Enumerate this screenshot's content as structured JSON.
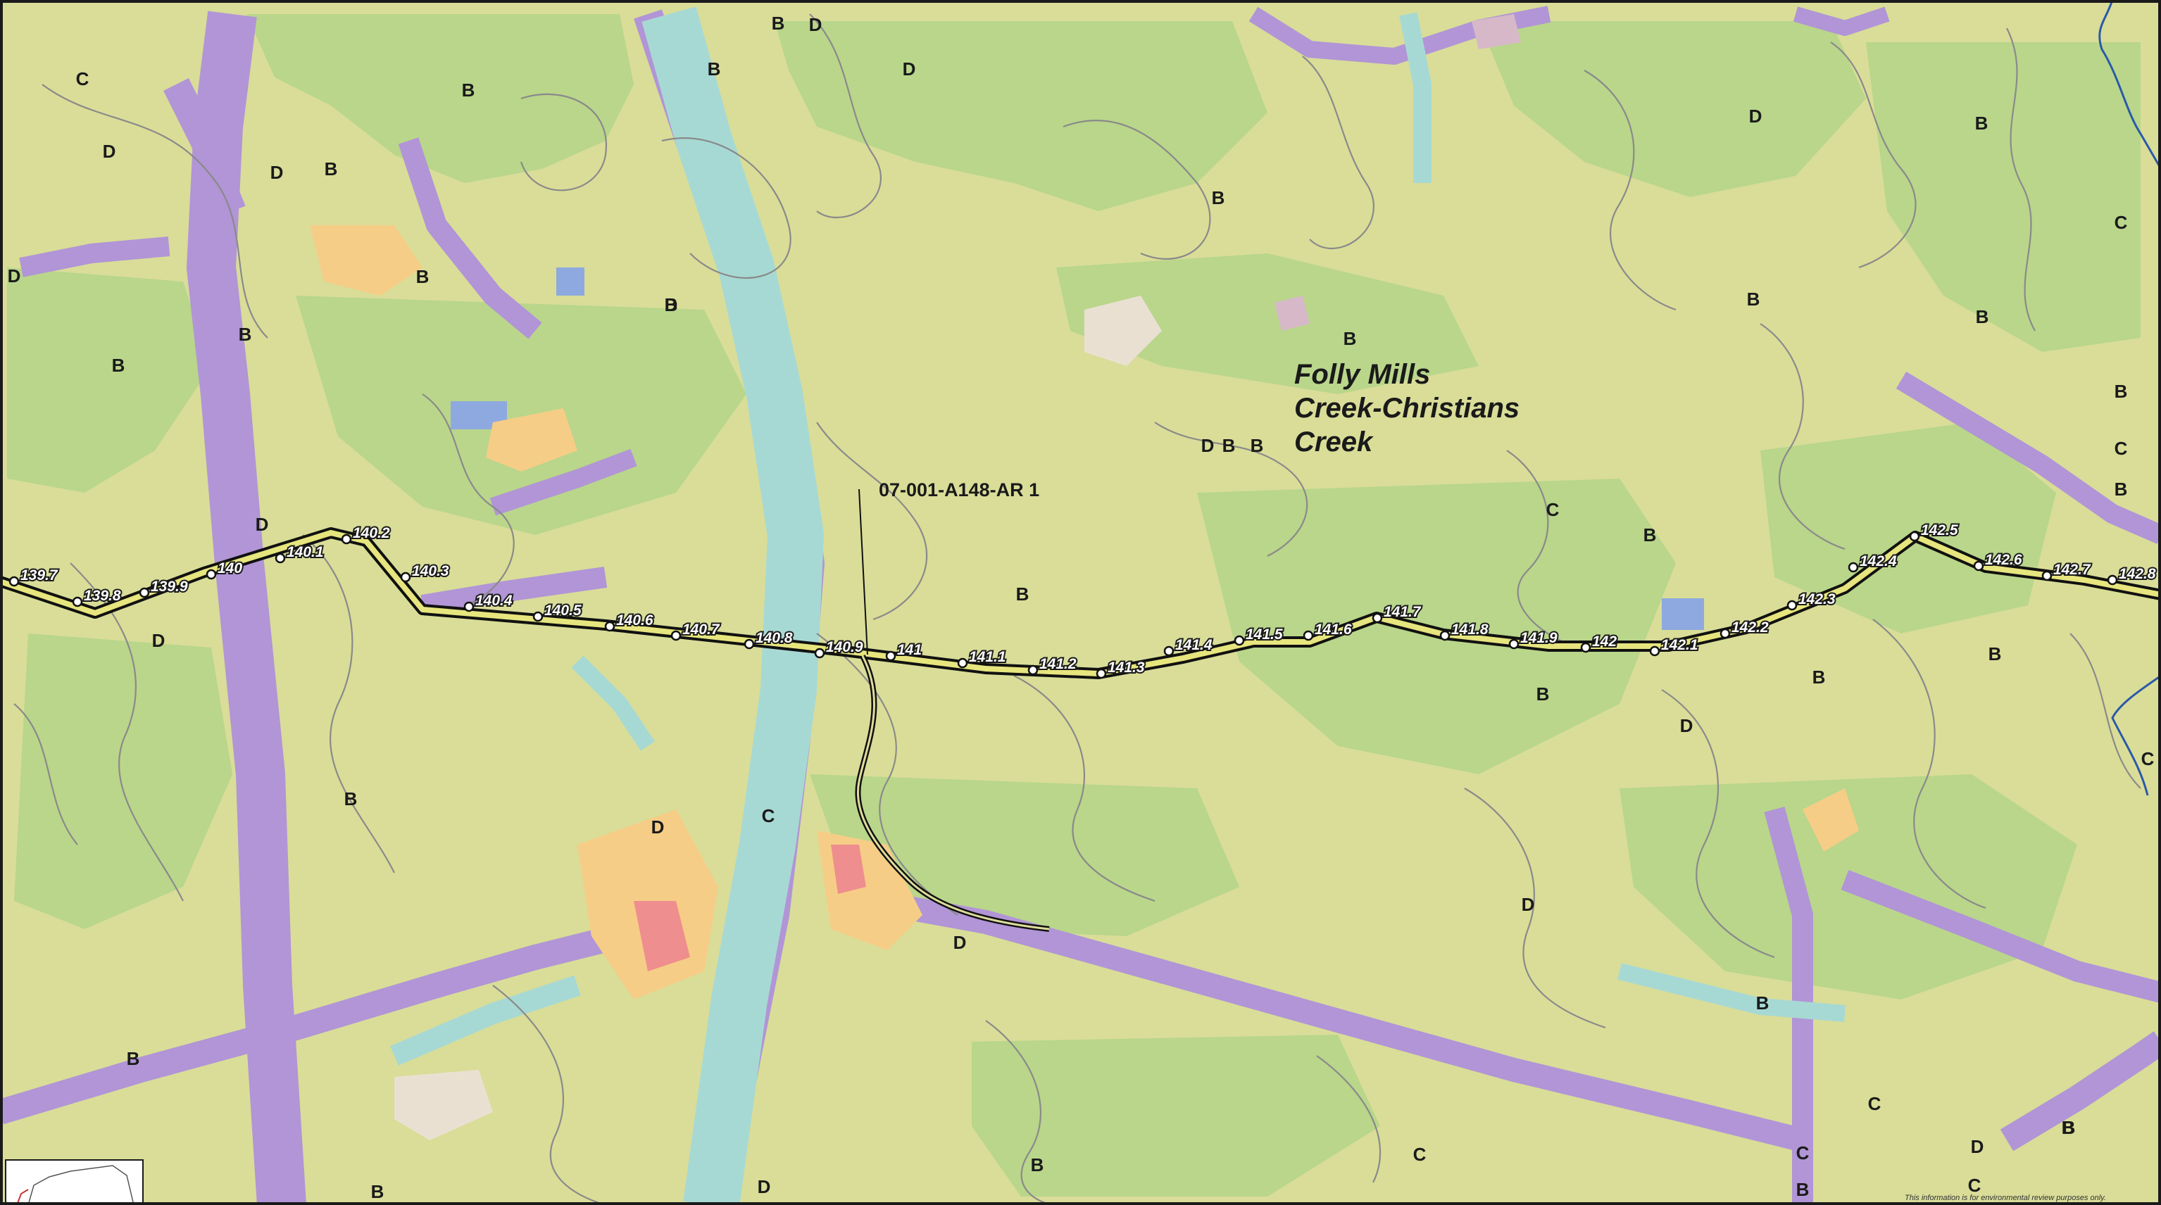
{
  "map": {
    "watershed_name": [
      "Folly Mills",
      "Creek-Christians",
      "Creek"
    ],
    "access_road_label": "07-001-A148-AR 1",
    "disclaimer": "This information is for environmental review purposes only.",
    "colors": {
      "group_b": "#cfe0a0",
      "group_b_dark": "#b7d688",
      "group_c": "#dedd9c",
      "group_d": "#b195d6",
      "water_cyan": "#a7d9d4",
      "water_blue": "#8ea9df",
      "orange": "#f6cd86",
      "red": "#ef8e8e",
      "urban": "#eae0d2",
      "stream": "#2b5aa8",
      "route": "#111111"
    }
  },
  "mileposts": [
    "139.7",
    "139.8",
    "139.9",
    "140",
    "140.1",
    "140.2",
    "140.3",
    "140.4",
    "140.5",
    "140.6",
    "140.7",
    "140.8",
    "140.9",
    "141",
    "141.1",
    "141.2",
    "141.3",
    "141.4",
    "141.5",
    "141.6",
    "141.7",
    "141.8",
    "141.9",
    "142",
    "142.1",
    "142.2",
    "142.3",
    "142.4",
    "142.5",
    "142.6",
    "142.7",
    "142.8"
  ],
  "soil_labels": [
    "B",
    "D",
    "B",
    "D",
    "C",
    "B",
    "D",
    "B",
    "D",
    "B",
    "D",
    "B",
    "D",
    "B",
    "C",
    "B",
    "B",
    "B",
    "D",
    "C",
    "B",
    "B",
    "B",
    "B",
    "C",
    "B",
    "B",
    "B",
    "B",
    "D",
    "B",
    "D",
    "D",
    "C",
    "B",
    "D",
    "B",
    "C",
    "D",
    "B",
    "B",
    "D",
    "D",
    "B",
    "B",
    "C",
    "B",
    "B",
    "C",
    "B",
    "C",
    "D",
    "B",
    "B",
    "C",
    "D"
  ]
}
